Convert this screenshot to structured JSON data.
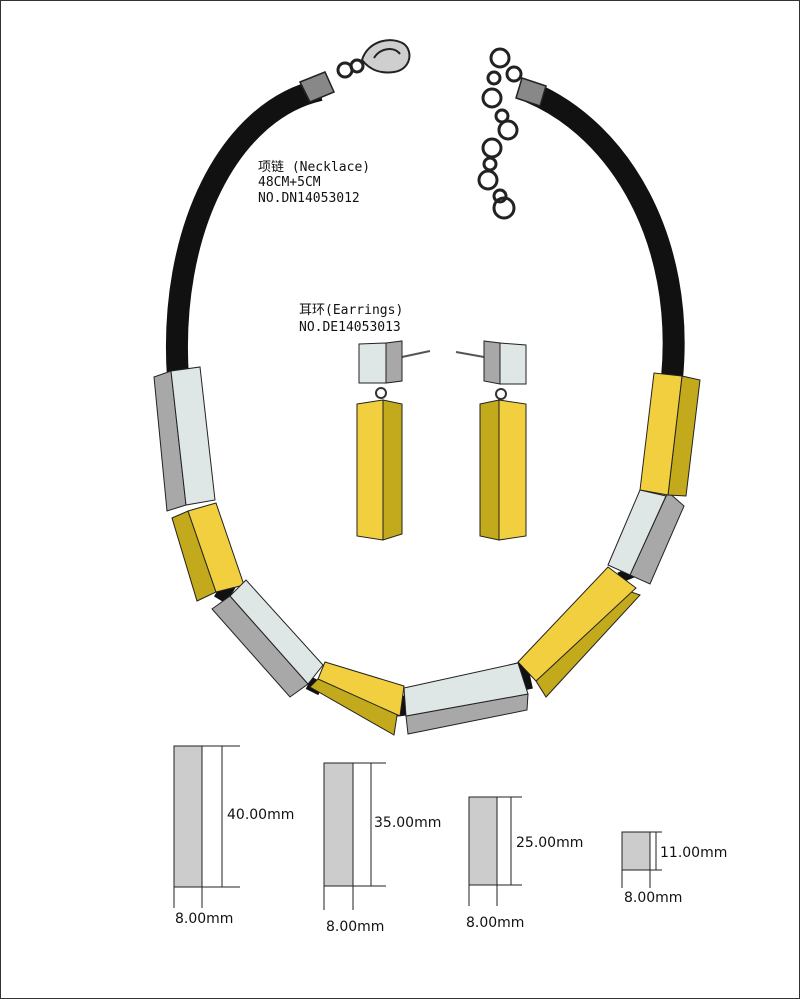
{
  "necklace": {
    "title": "项链 (Necklace)",
    "length": "48CM+5CM",
    "number": "NO.DN14053012"
  },
  "earrings": {
    "title": "耳环(Earrings)",
    "number": "NO.DE14053013"
  },
  "dimensions": [
    {
      "height": "40.00mm",
      "width": "8.00mm"
    },
    {
      "height": "35.00mm",
      "width": "8.00mm"
    },
    {
      "height": "25.00mm",
      "width": "8.00mm"
    },
    {
      "height": "11.00mm",
      "width": "8.00mm"
    }
  ],
  "colors": {
    "cord": "#111111",
    "gold": "#f2cf3f",
    "gold_shadow": "#c2aa1c",
    "silver": "#dfe6e6",
    "silver_shadow": "#a8a8a8",
    "swatch": "#cccccc"
  }
}
